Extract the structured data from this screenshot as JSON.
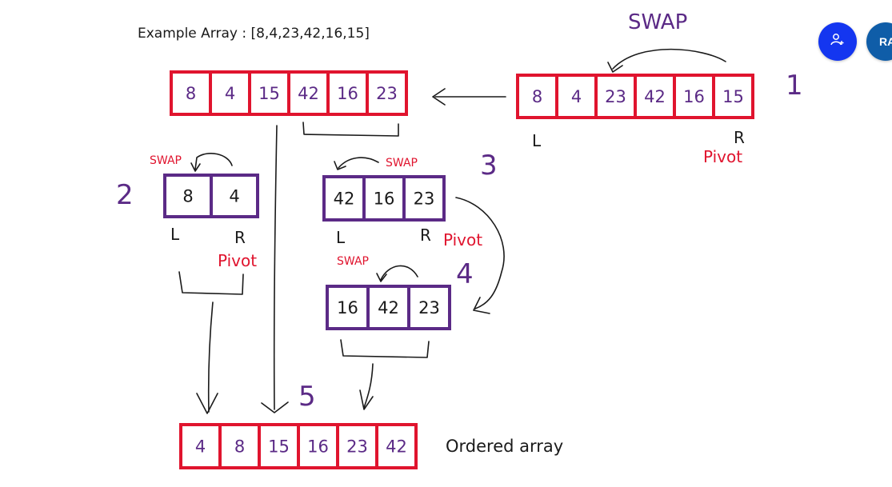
{
  "title": "Example Array : [8,4,23,42,16,15]",
  "footer_label": "Ordered array",
  "labels": {
    "swap": "SWAP",
    "pivot": "Pivot",
    "left": "L",
    "right": "R"
  },
  "step_numbers": [
    "1",
    "2",
    "3",
    "4",
    "5"
  ],
  "colors": {
    "red": "#e0142e",
    "purple": "#5b2a86",
    "ink": "#1a1a1a",
    "share": "#1436f0",
    "avatar": "#0f5da8"
  },
  "arrays": {
    "initial": [
      "8",
      "4",
      "23",
      "42",
      "16",
      "15"
    ],
    "after_first_swap": [
      "8",
      "4",
      "15",
      "42",
      "16",
      "23"
    ],
    "left_sub": [
      "8",
      "4"
    ],
    "right_sub": [
      "42",
      "16",
      "23"
    ],
    "right_sub_after_swap": [
      "16",
      "42",
      "23"
    ],
    "ordered": [
      "4",
      "8",
      "15",
      "16",
      "23",
      "42"
    ]
  },
  "toolbar": {
    "share_icon": "add-person-icon",
    "avatar_initials": "RA"
  }
}
